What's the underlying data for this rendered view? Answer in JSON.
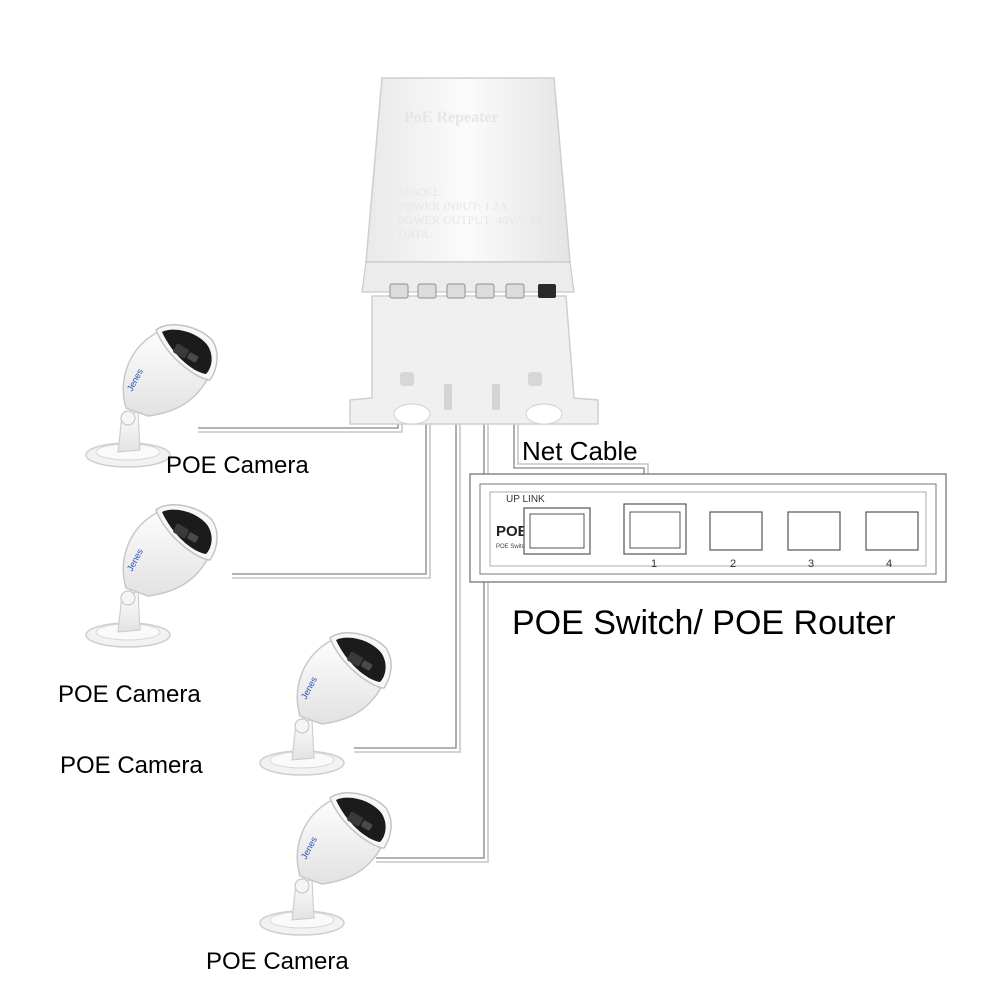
{
  "labels": {
    "camera_1": "POE Camera",
    "camera_2": "POE Camera",
    "camera_3": "POE Camera",
    "camera_4": "POE Camera",
    "net_cable": "Net Cable",
    "switch_title": "POE Switch/ POE Router"
  },
  "repeater": {
    "brand": "PoE Repeater",
    "specs": [
      "MODEL:",
      "POWER INPUT: 1.2A",
      "POWER OUTPUT: 48V/0.5A",
      "DATA:"
    ]
  },
  "switch": {
    "uplink_label": "UP LINK",
    "poe_label": "POE",
    "poe_sub_label": "POE Switch",
    "port_numbers": [
      "1",
      "2",
      "3",
      "4"
    ]
  },
  "camera": {
    "brand": "Jenes"
  },
  "colors": {
    "background": "#ffffff",
    "cable": "#9a9a9a",
    "device_body": "#f4f4f4",
    "camera_front": "#1b1b1b"
  }
}
